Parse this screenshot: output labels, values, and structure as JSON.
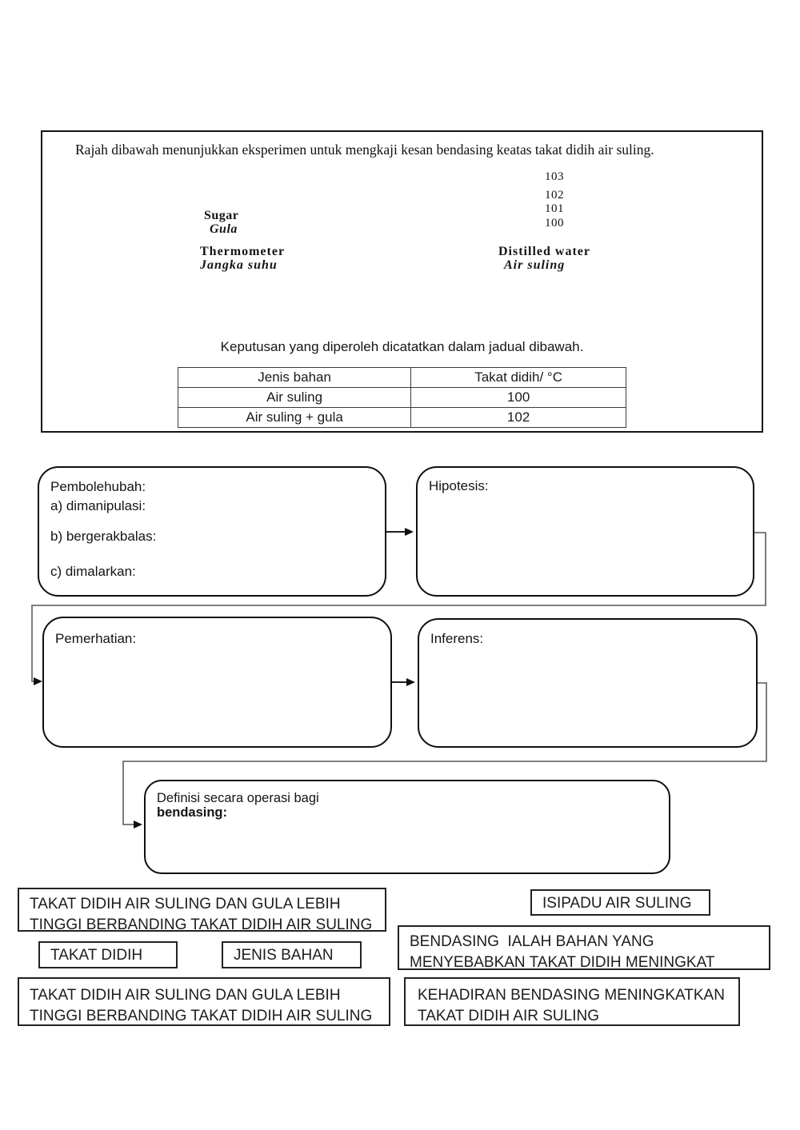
{
  "experiment": {
    "title": "Rajah dibawah menunjukkan eksperimen untuk mengkaji kesan bendasing keatas takat didih air suling.",
    "caption": "Keputusan yang diperoleh dicatatkan dalam jadual dibawah.",
    "labels": {
      "sugar_en": "Sugar",
      "sugar_ms": "Gula",
      "thermometer_en": "Thermometer",
      "thermometer_ms": "Jangka suhu",
      "water_en": "Distilled water",
      "water_ms": "Air suling"
    },
    "thermometer_scale": [
      "103",
      "102",
      "101",
      "100"
    ],
    "table": {
      "headers": [
        "Jenis bahan",
        "Takat didih/ °C"
      ],
      "rows": [
        [
          "Air suling",
          "100"
        ],
        [
          "Air suling + gula",
          "102"
        ]
      ]
    }
  },
  "flowchart": {
    "variables_title": "Pembolehubah:",
    "variables_a": "a) dimanipulasi:",
    "variables_b": "b) bergerakbalas:",
    "variables_c": "c) dimalarkan:",
    "hypothesis_label": "Hipotesis:",
    "observation_label": "Pemerhatian:",
    "inference_label": "Inferens:",
    "definition_line1": "Definisi secara operasi bagi",
    "definition_line2": "bendasing:"
  },
  "answers": {
    "opt1": "TAKAT DIDIH AIR SULING DAN GULA LEBIH TINGGI BERBANDING TAKAT DIDIH AIR SULING",
    "opt2": "TAKAT DIDIH",
    "opt3": "JENIS BAHAN",
    "opt4": "TAKAT DIDIH AIR SULING DAN GULA LEBIH TINGGI BERBANDING TAKAT DIDIH AIR SULING",
    "opt5": "ISIPADU AIR SULING",
    "opt6": "BENDASING  IALAH BAHAN YANG MENYEBABKAN TAKAT DIDIH MENINGKAT",
    "opt7": "KEHADIRAN BENDASING MENINGKATKAN TAKAT DIDIH AIR SULING"
  },
  "colors": {
    "ink": "#1a1a1a",
    "connector_gray": "#6e6e6e"
  }
}
